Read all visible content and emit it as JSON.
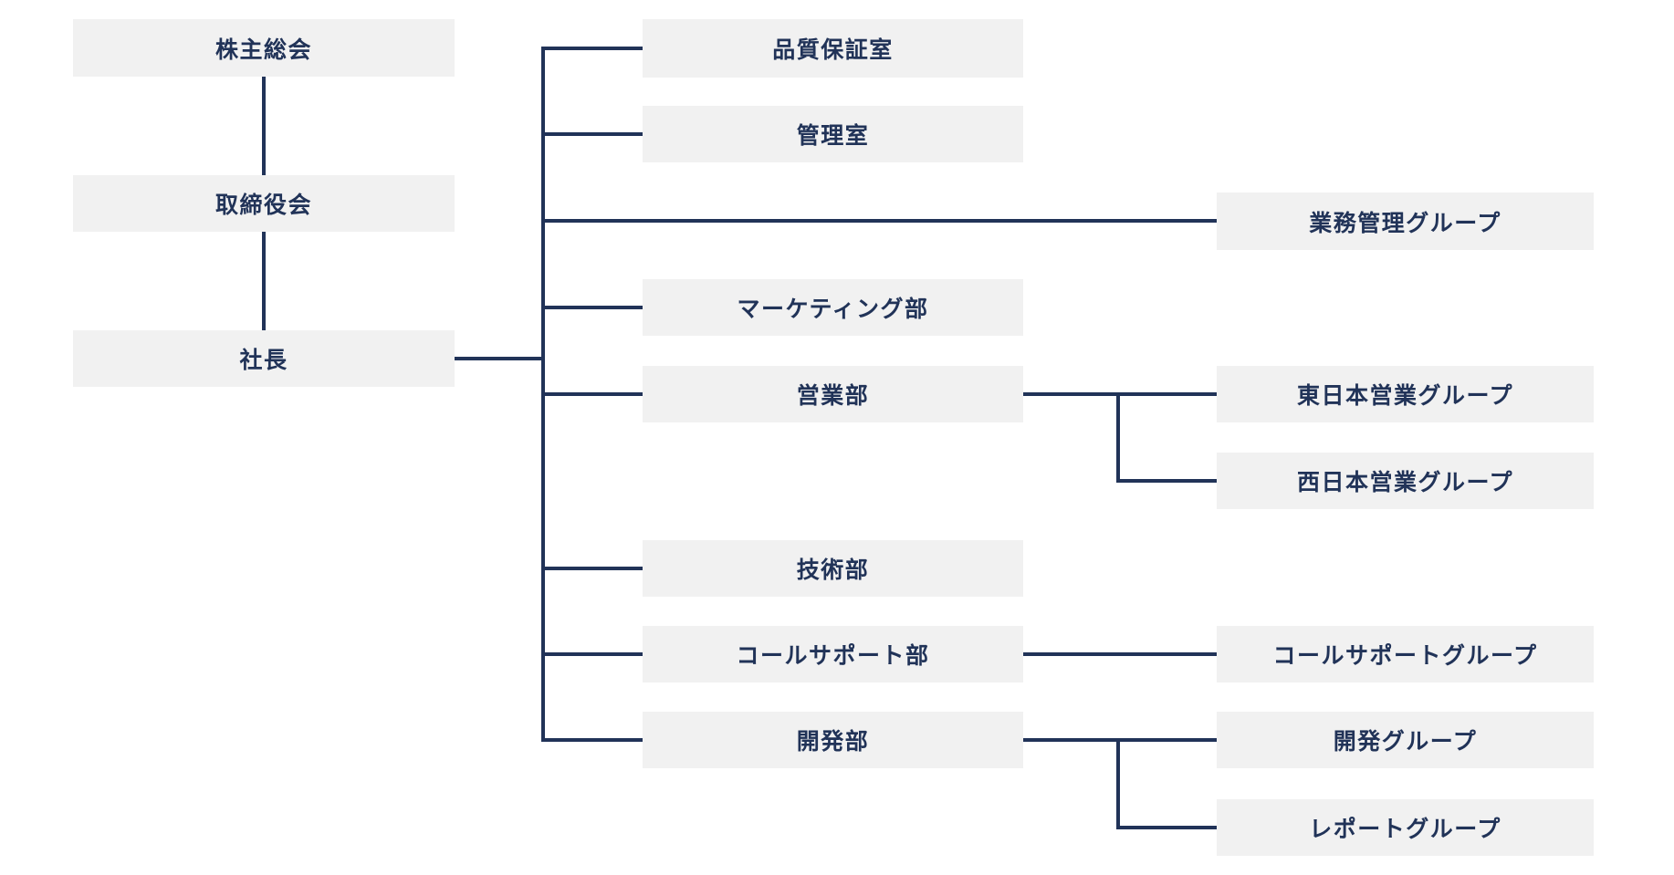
{
  "diagram": {
    "type": "org-chart",
    "orientation": "left-to-right"
  },
  "colors": {
    "background": "#ffffff",
    "box_fill": "#f1f1f1",
    "line": "#213358",
    "text": "#213358"
  },
  "nodes": [
    {
      "id": "shareholders",
      "label": "株主総会"
    },
    {
      "id": "board",
      "label": "取締役会"
    },
    {
      "id": "president",
      "label": "社長"
    },
    {
      "id": "quality-office",
      "label": "品質保証室"
    },
    {
      "id": "admin-office",
      "label": "管理室"
    },
    {
      "id": "biz-mgmt-group",
      "label": "業務管理グループ"
    },
    {
      "id": "marketing-dept",
      "label": "マーケティング部"
    },
    {
      "id": "sales-dept",
      "label": "営業部"
    },
    {
      "id": "east-sales-group",
      "label": "東日本営業グループ"
    },
    {
      "id": "west-sales-group",
      "label": "西日本営業グループ"
    },
    {
      "id": "tech-dept",
      "label": "技術部"
    },
    {
      "id": "call-support-dept",
      "label": "コールサポート部"
    },
    {
      "id": "call-support-group",
      "label": "コールサポートグループ"
    },
    {
      "id": "dev-dept",
      "label": "開発部"
    },
    {
      "id": "dev-group",
      "label": "開発グループ"
    },
    {
      "id": "report-group",
      "label": "レポートグループ"
    }
  ],
  "edges": [
    {
      "from": "shareholders",
      "to": "board"
    },
    {
      "from": "board",
      "to": "president"
    },
    {
      "from": "president",
      "to": "quality-office"
    },
    {
      "from": "president",
      "to": "admin-office"
    },
    {
      "from": "president",
      "to": "biz-mgmt-group"
    },
    {
      "from": "president",
      "to": "marketing-dept"
    },
    {
      "from": "president",
      "to": "sales-dept"
    },
    {
      "from": "president",
      "to": "tech-dept"
    },
    {
      "from": "president",
      "to": "call-support-dept"
    },
    {
      "from": "president",
      "to": "dev-dept"
    },
    {
      "from": "sales-dept",
      "to": "east-sales-group"
    },
    {
      "from": "sales-dept",
      "to": "west-sales-group"
    },
    {
      "from": "call-support-dept",
      "to": "call-support-group"
    },
    {
      "from": "dev-dept",
      "to": "dev-group"
    },
    {
      "from": "dev-dept",
      "to": "report-group"
    }
  ]
}
